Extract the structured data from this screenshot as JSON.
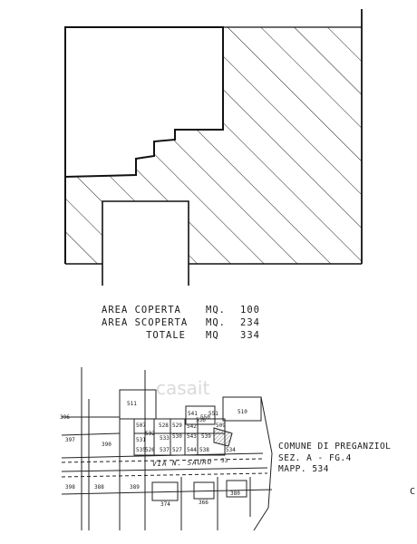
{
  "areas": {
    "coperta": {
      "label": "AREA COPERTA",
      "unit": "MQ.",
      "value": "100"
    },
    "scoperta": {
      "label": "AREA SCOPERTA",
      "unit": "MQ.",
      "value": "234"
    },
    "totale": {
      "label": "TOTALE",
      "unit": "MQ",
      "value": "334"
    }
  },
  "cadastre": {
    "comune": "COMUNE DI PREGANZIOL",
    "sezione": "SEZ. A - FG.4",
    "mappale": "MAPP. 534"
  },
  "street": "VIA N. SAURO",
  "watermark": "casait",
  "edge_char": "C",
  "lots": {
    "l396": "396",
    "l397": "397",
    "l398": "398",
    "l388": "388",
    "l389": "389",
    "l390": "390",
    "l374": "374",
    "l366": "366",
    "l380": "380",
    "l511": "511",
    "l510": "510",
    "l507": "507",
    "l536": "536",
    "l531": "531",
    "l532": "532",
    "l533": "533",
    "l535": "535",
    "l541": "541",
    "l550": "550",
    "l551": "551",
    "l542": "542",
    "l543": "543",
    "l544": "544",
    "l539": "539",
    "l527": "527",
    "l528": "528",
    "l529": "529",
    "l530": "530",
    "l534": "534",
    "l537": "537",
    "l526": "526",
    "l538": "538",
    "l53": "53",
    "l509": "509"
  }
}
